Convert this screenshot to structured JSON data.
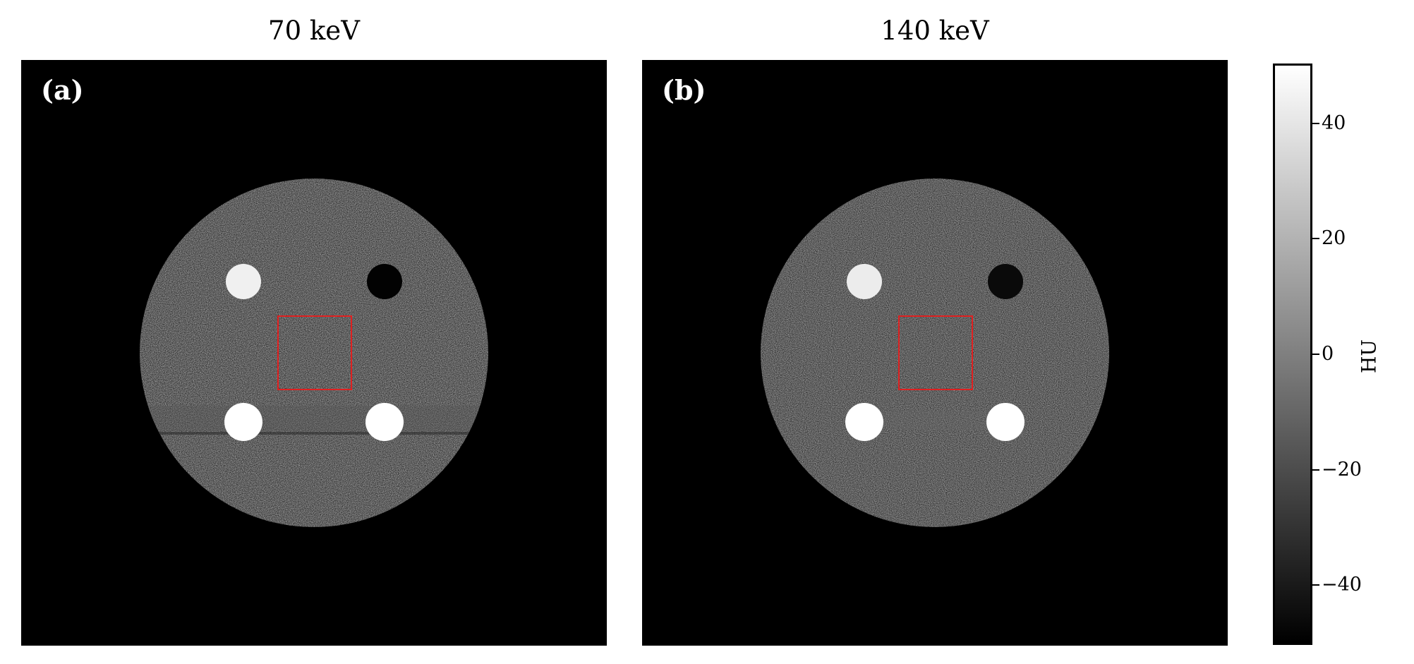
{
  "panels": [
    {
      "title": "70 keV",
      "label": "(a)"
    },
    {
      "title": "140 keV",
      "label": "(b)"
    }
  ],
  "colorbar": {
    "label": "HU",
    "range": [
      -50,
      50
    ],
    "ticks": [
      "40",
      "20",
      "0",
      "−20",
      "−40"
    ],
    "tick_values": [
      40,
      20,
      0,
      -20,
      -40
    ]
  },
  "colors": {
    "background": "#000000",
    "phantom_gray": "#8a8a8a",
    "roi_box": "#e02020"
  }
}
